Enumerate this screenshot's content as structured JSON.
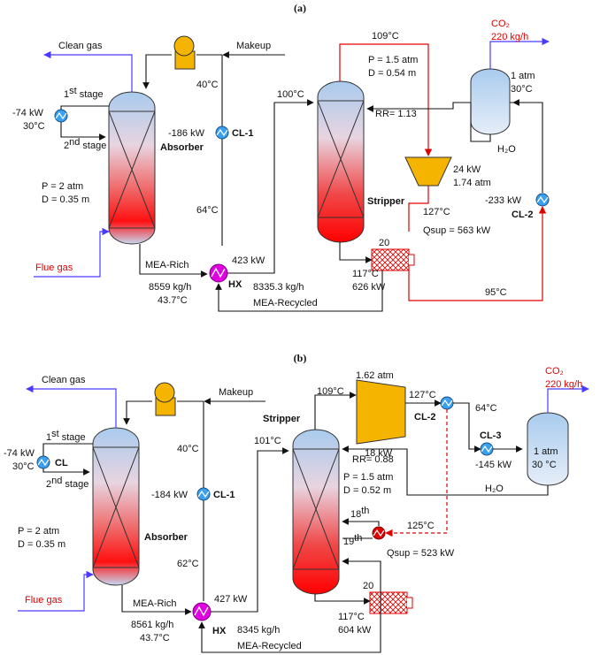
{
  "panel_a": {
    "label": "(a)",
    "clean_gas": "Clean gas",
    "makeup": "Makeup",
    "stage1_kw": "-74 kW",
    "stage1_temp": "30°C",
    "stage1_label": "1",
    "stage1_sup": "st",
    "stage1_word": " stage",
    "stage2_label": "2",
    "stage2_sup": "nd",
    "stage2_word": " stage",
    "absorber": "Absorber",
    "absorber_p": "P = 2 atm",
    "absorber_d": "D = 0.35 m",
    "flue_gas": "Flue gas",
    "temp_40": "40°C",
    "cl1_kw": "-186 kW",
    "cl1": "CL-1",
    "temp_64": "64°C",
    "mea_rich": "MEA-Rich",
    "hx_flow": "8559 kg/h",
    "hx_temp": "43.7°C",
    "hx": "HX",
    "hx_kw": "423 kW",
    "feed_temp": "100°C",
    "stripper_top": "109°C",
    "stripper_p": "P = 1.5 atm",
    "stripper_d": "D = 0.54 m",
    "rr": "RR= 1.13",
    "stripper": "Stripper",
    "comp_kw": "24 kW",
    "comp_p": "1.74 atm",
    "temp_127": "127°C",
    "qsup": "Qsup = 563 kW",
    "reb_stage": "20",
    "reb_temp": "117°C",
    "reb_kw": "626 kW",
    "recyc_flow": "8335.3 kg/h",
    "mea_recycled": "MEA-Recycled",
    "temp_95": "95°C",
    "co2": "CO₂",
    "co2_flow": "220 kg/h",
    "flash_p": "1 atm",
    "flash_t": "30°C",
    "h2o": "H₂O",
    "cl2_kw": "-233 kW",
    "cl2": "CL-2"
  },
  "panel_b": {
    "label": "(b)",
    "clean_gas": "Clean gas",
    "makeup": "Makeup",
    "stage1_kw": "-74 kW",
    "stage1_temp": "30°C",
    "cl": "CL",
    "stage1_label": "1",
    "stage1_sup": "st",
    "stage1_word": " stage",
    "stage2_label": "2",
    "stage2_sup": "nd",
    "stage2_word": " stage",
    "absorber": "Absorber",
    "absorber_p": "P = 2 atm",
    "absorber_d": "D = 0.35 m",
    "flue_gas": "Flue gas",
    "temp_40": "40°C",
    "cl1_kw": "-184 kW",
    "cl1": "CL-1",
    "temp_62": "62°C",
    "mea_rich": "MEA-Rich",
    "hx_flow": "8561 kg/h",
    "hx_temp": "43.7°C",
    "hx": "HX",
    "hx_kw": "427 kW",
    "feed_temp": "101°C",
    "stripper": "Stripper",
    "stripper_top": "109°C",
    "comp_p": "1.62 atm",
    "comp_kw": "18 kW",
    "temp_127": "127°C",
    "cl2": "CL-2",
    "temp_64": "64°C",
    "cl3": "CL-3",
    "cl3_kw": "-145 kW",
    "co2": "CO₂",
    "co2_flow": "220 kg/h",
    "flash_p": "1 atm",
    "flash_t": "30 °C",
    "rr": "RR= 0.88",
    "stripper_p": "P = 1.5 atm",
    "stripper_d": "D = 0.52 m",
    "h2o": "H₂O",
    "stage18": "18",
    "stage18_sup": "th",
    "stage19": "19",
    "stage19_sup": "th",
    "temp_125": "125°C",
    "qsup": "Qsup = 523 kW",
    "reb_stage": "20",
    "reb_temp": "117°C",
    "reb_kw": "604 kW",
    "recyc_flow": "8345 kg/h",
    "mea_recycled": "MEA-Recycled"
  },
  "colors": {
    "gas_stream": "#4a3aff",
    "hot_stream": "#e00000",
    "hx": "#e000e0",
    "pump": "#f5b400",
    "cooler": "#3aa0f0",
    "heater": "#e00000"
  }
}
